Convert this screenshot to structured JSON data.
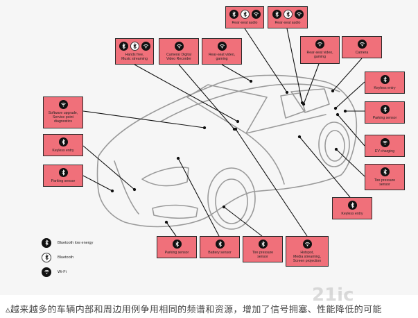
{
  "colors": {
    "callout": "#f0707a",
    "outline": "#2a2a2a",
    "car": "#9a9a9a"
  },
  "callouts": [
    {
      "id": "rear-audio-1",
      "icons": [
        "bluetooth-icon",
        "bluetooth-white-icon",
        "wifi-icon"
      ],
      "label": "Rear-seat audio"
    },
    {
      "id": "rear-audio-2",
      "icons": [
        "bluetooth-icon",
        "bluetooth-white-icon",
        "wifi-icon"
      ],
      "label": "Rear-seat audio"
    },
    {
      "id": "hands-free",
      "icons": [
        "bluetooth-icon",
        "bluetooth-white-icon",
        "wifi-icon"
      ],
      "label": "Hands free,\nMusic streaming"
    },
    {
      "id": "camera-dvr",
      "icons": [
        "wifi-icon"
      ],
      "label": "Camera/ Digital\nVideo Recorder"
    },
    {
      "id": "rear-video-1",
      "icons": [
        "wifi-icon"
      ],
      "label": "Rear-seat video,\ngaming"
    },
    {
      "id": "rear-video-2",
      "icons": [
        "wifi-icon"
      ],
      "label": "Rear-seat video,\ngaming"
    },
    {
      "id": "camera",
      "icons": [
        "wifi-icon"
      ],
      "label": "Camera"
    },
    {
      "id": "keyless-right-top",
      "icons": [
        "bluetooth-icon"
      ],
      "label": "Keyless entry"
    },
    {
      "id": "software",
      "icons": [
        "wifi-icon"
      ],
      "label": "Software upgrade,\nService point\ndiagnostics"
    },
    {
      "id": "parking-right",
      "icons": [
        "bluetooth-icon"
      ],
      "label": "Parking sensor"
    },
    {
      "id": "keyless-left",
      "icons": [
        "bluetooth-icon"
      ],
      "label": "Keyless entry"
    },
    {
      "id": "ev-charging",
      "icons": [
        "wifi-icon"
      ],
      "label": "EV charging"
    },
    {
      "id": "parking-left",
      "icons": [
        "bluetooth-icon"
      ],
      "label": "Parking sensor"
    },
    {
      "id": "tire-right",
      "icons": [
        "bluetooth-icon"
      ],
      "label": "Tire pressure\nsensor"
    },
    {
      "id": "keyless-bottom",
      "icons": [
        "bluetooth-icon"
      ],
      "label": "Keyless entry"
    },
    {
      "id": "parking-bottom",
      "icons": [
        "bluetooth-icon"
      ],
      "label": "Parking sensor"
    },
    {
      "id": "battery",
      "icons": [
        "bluetooth-icon"
      ],
      "label": "Battery sensor"
    },
    {
      "id": "tire-bottom",
      "icons": [
        "bluetooth-icon"
      ],
      "label": "Tire pressure\nsensor"
    },
    {
      "id": "hotspot",
      "icons": [
        "wifi-icon"
      ],
      "label": "Hotspot,\nMedia streaming,\nScreen projection"
    }
  ],
  "legend": [
    {
      "icon": "bluetooth-icon",
      "label": "Bluetooth low energy"
    },
    {
      "icon": "bluetooth-white-icon",
      "label": "Bluetooth"
    },
    {
      "icon": "wifi-icon",
      "label": "Wi-Fi"
    }
  ],
  "caption": "▵越来越多的车辆内部和周边用例争用相同的频谱和资源，增加了信号拥塞、性能降低的可能",
  "watermark": "21ic"
}
